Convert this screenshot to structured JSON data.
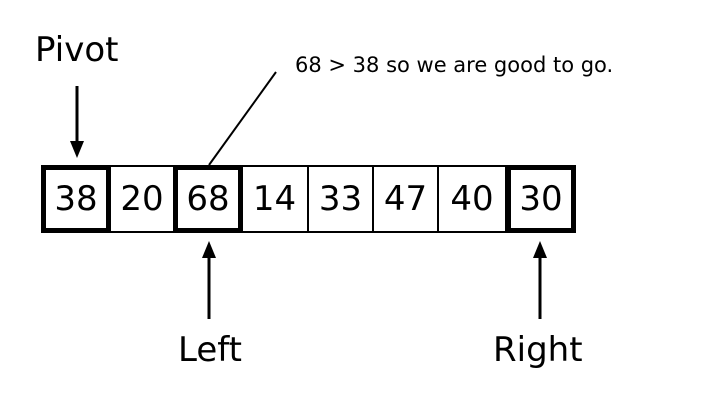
{
  "labels": {
    "pivot": "Pivot",
    "left": "Left",
    "right": "Right"
  },
  "annotation": "68 > 38 so we are good to go.",
  "array": [
    {
      "value": "38",
      "highlight": true
    },
    {
      "value": "20",
      "highlight": false
    },
    {
      "value": "68",
      "highlight": true
    },
    {
      "value": "14",
      "highlight": false
    },
    {
      "value": "33",
      "highlight": false
    },
    {
      "value": "47",
      "highlight": false
    },
    {
      "value": "40",
      "highlight": false
    },
    {
      "value": "30",
      "highlight": true
    }
  ]
}
